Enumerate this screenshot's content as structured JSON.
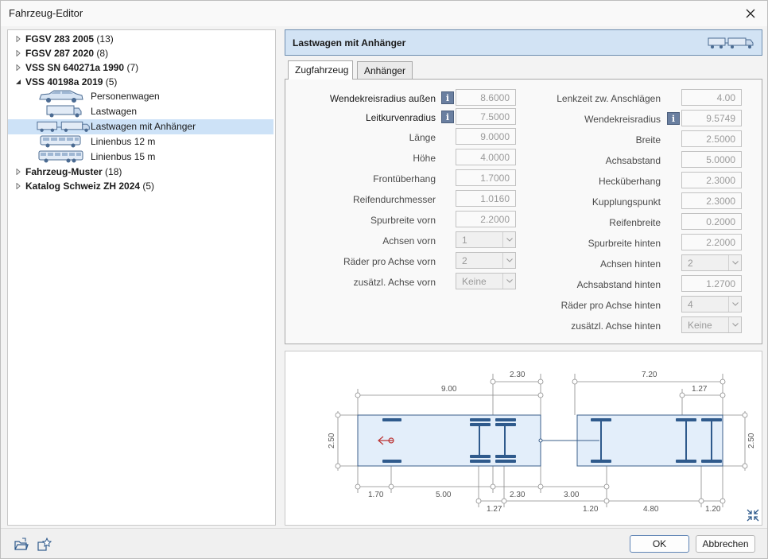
{
  "window": {
    "title": "Fahrzeug-Editor"
  },
  "tree": {
    "groups": [
      {
        "label": "FGSV 283 2005",
        "count": "(13)"
      },
      {
        "label": "FGSV 287 2020",
        "count": "(8)"
      },
      {
        "label": "VSS SN 640271a 1990",
        "count": "(7)"
      },
      {
        "label": "VSS 40198a 2019",
        "count": "(5)"
      },
      {
        "label": "Fahrzeug-Muster",
        "count": "(18)"
      },
      {
        "label": "Katalog Schweiz ZH 2024",
        "count": "(5)"
      }
    ],
    "children": [
      {
        "label": "Personenwagen",
        "icon": "car-icon"
      },
      {
        "label": "Lastwagen",
        "icon": "truck-icon"
      },
      {
        "label": "Lastwagen mit Anhänger",
        "icon": "truck-trailer-icon"
      },
      {
        "label": "Linienbus 12 m",
        "icon": "bus-icon"
      },
      {
        "label": "Linienbus 15 m",
        "icon": "bus-long-icon"
      }
    ]
  },
  "header": {
    "title": "Lastwagen mit Anhänger"
  },
  "tabs": [
    {
      "label": "Zugfahrzeug"
    },
    {
      "label": "Anhänger"
    }
  ],
  "left_fields": [
    {
      "label": "Wendekreisradius außen",
      "value": "8.6000",
      "info": true
    },
    {
      "label": "Leitkurvenradius",
      "value": "7.5000",
      "info": true
    },
    {
      "label": "Länge",
      "value": "9.0000"
    },
    {
      "label": "Höhe",
      "value": "4.0000"
    },
    {
      "label": "Frontüberhang",
      "value": "1.7000"
    },
    {
      "label": "Reifendurchmesser",
      "value": "1.0160"
    },
    {
      "label": "Spurbreite vorn",
      "value": "2.2000"
    },
    {
      "label": "Achsen vorn",
      "value": "1",
      "select": true
    },
    {
      "label": "Räder pro Achse vorn",
      "value": "2",
      "select": true
    },
    {
      "label": "zusätzl. Achse vorn",
      "value": "Keine",
      "select": true
    }
  ],
  "right_fields": [
    {
      "label": "Lenkzeit zw. Anschlägen",
      "value": "4.00"
    },
    {
      "label": "Wendekreisradius",
      "value": "9.5749",
      "info": true
    },
    {
      "label": "Breite",
      "value": "2.5000"
    },
    {
      "label": "Achsabstand",
      "value": "5.0000"
    },
    {
      "label": "Hecküberhang",
      "value": "2.3000"
    },
    {
      "label": "Kupplungspunkt",
      "value": "2.3000"
    },
    {
      "label": "Reifenbreite",
      "value": "0.2000"
    },
    {
      "label": "Spurbreite hinten",
      "value": "2.2000"
    },
    {
      "label": "Achsen hinten",
      "value": "2",
      "select": true
    },
    {
      "label": "Achsabstand hinten",
      "value": "1.2700"
    },
    {
      "label": "Räder pro Achse hinten",
      "value": "4",
      "select": true
    },
    {
      "label": "zusätzl. Achse hinten",
      "value": "Keine",
      "select": true
    }
  ],
  "drawing": {
    "dims": {
      "truck_length": "9.00",
      "truck_rear_overhang_top": "2.30",
      "trailer_length": "7.20",
      "trailer_axle_spacing_top": "1.27",
      "width_left": "2.50",
      "width_right": "2.50",
      "front_overhang": "1.70",
      "wheelbase": "5.00",
      "truck_axle_spacing": "1.27",
      "truck_rear_overhang": "2.30",
      "drawbar": "3.00",
      "trailer_front": "1.20",
      "trailer_wheelbase": "4.80",
      "trailer_rear": "1.20"
    }
  },
  "buttons": {
    "ok": "OK",
    "cancel": "Abbrechen"
  },
  "colors": {
    "accent": "#2f5a8c",
    "header_bg": "#d2e3f4",
    "selection": "#cde2f7",
    "vehicle_fill": "#e3eefa"
  }
}
